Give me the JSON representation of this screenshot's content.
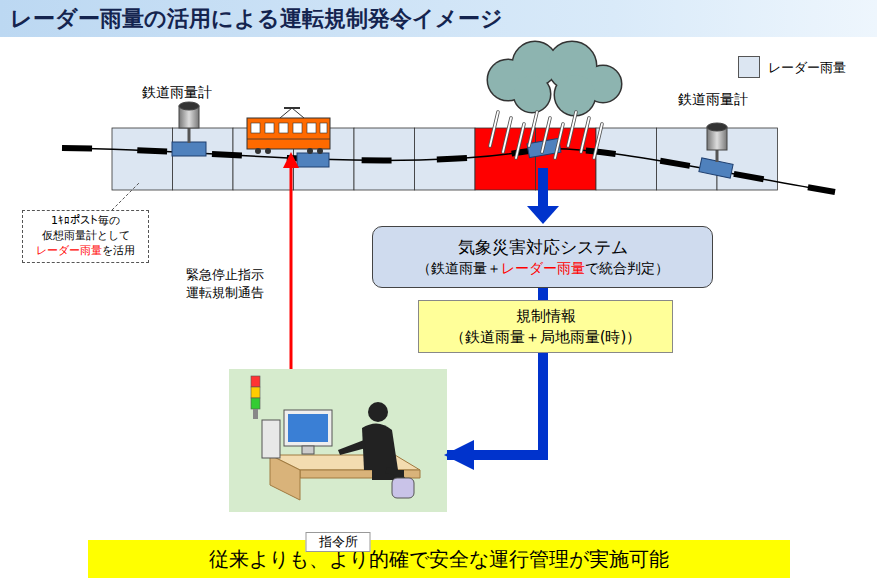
{
  "diagram": {
    "title": "レーダー雨量の活用による運転規制発令イメージ",
    "caption": "従来よりも、より的確で安全な運行管理が実施可能",
    "nodes": [
      {
        "text": [
          "1ｷﾛポスト毎の 仮想雨量計として レーダー雨量を活用"
        ]
      },
      {
        "text": [
          "気象災害対応システム",
          "（鉄道雨量＋レーダー雨量で統合判定）"
        ]
      },
      {
        "text": [
          "規制情報",
          "（鉄道雨量＋局地雨量(時)）"
        ]
      },
      {
        "text": [
          "指令所"
        ]
      }
    ],
    "edges": [
      {
        "from": 1,
        "to": 2,
        "arrow": "none"
      },
      {
        "from": 2,
        "to": 3,
        "arrow": "to"
      }
    ],
    "labels": [
      "鉄道雨量計",
      "鉄道雨量計",
      "緊急停止指示 運転規制通告"
    ],
    "legend": [
      {
        "text": "レーダー雨量",
        "color": "#dce6f2"
      }
    ]
  }
}
